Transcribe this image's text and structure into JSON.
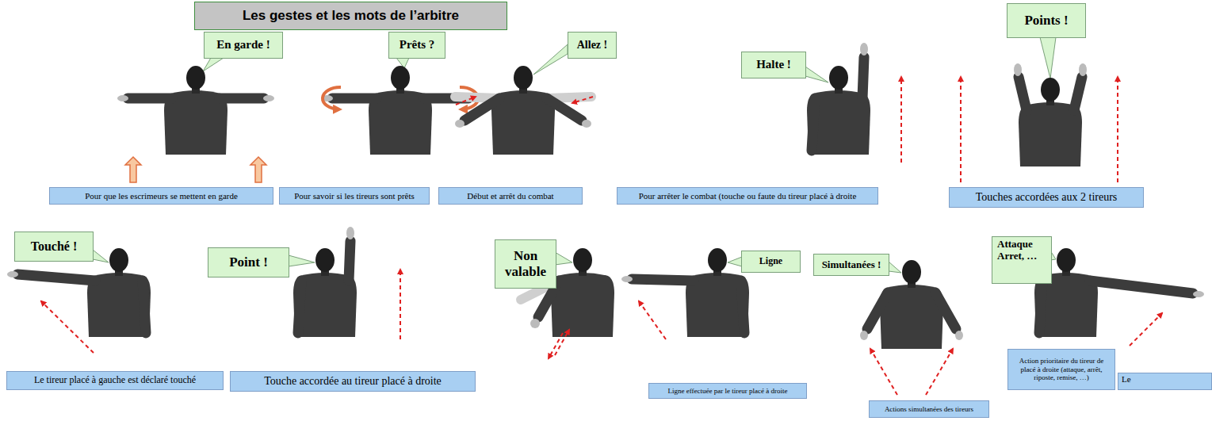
{
  "diagram": {
    "title": "Les gestes et les mots de l’arbitre",
    "nodes": [
      {
        "text": [
          "En garde !"
        ]
      },
      {
        "text": [
          "Pour que les escrimeurs se mettent en garde"
        ]
      },
      {
        "text": [
          "Prêts ?"
        ]
      },
      {
        "text": [
          "Pour savoir si les tireurs sont prêts"
        ]
      },
      {
        "text": [
          "Allez !"
        ]
      },
      {
        "text": [
          "Début et arrêt du combat"
        ]
      },
      {
        "text": [
          "Halte !"
        ]
      },
      {
        "text": [
          "Pour arrêter le combat (touche ou faute du tireur placé à droite"
        ]
      },
      {
        "text": [
          "Points !"
        ]
      },
      {
        "text": [
          "Touches accordées aux 2 tireurs"
        ]
      },
      {
        "text": [
          "Touché !"
        ]
      },
      {
        "text": [
          "Le tireur placé à gauche est déclaré touché"
        ]
      },
      {
        "text": [
          "Point !"
        ]
      },
      {
        "text": [
          "Touche accordée au tireur placé à droite"
        ]
      },
      {
        "text": [
          "Non valable"
        ]
      },
      {
        "text": [
          "Ligne"
        ]
      },
      {
        "text": [
          "Ligne effectuée par le tireur placé à droite"
        ]
      },
      {
        "text": [
          "Simultanées !"
        ]
      },
      {
        "text": [
          "Actions simultanées des tireurs"
        ]
      },
      {
        "text": [
          "Attaque Arret, …"
        ]
      },
      {
        "text": [
          "Action prioritaire du tireur de placé à droite (attaque, arrêt, riposte, remise, …)"
        ]
      },
      {
        "text": [
          "Le"
        ]
      }
    ]
  }
}
